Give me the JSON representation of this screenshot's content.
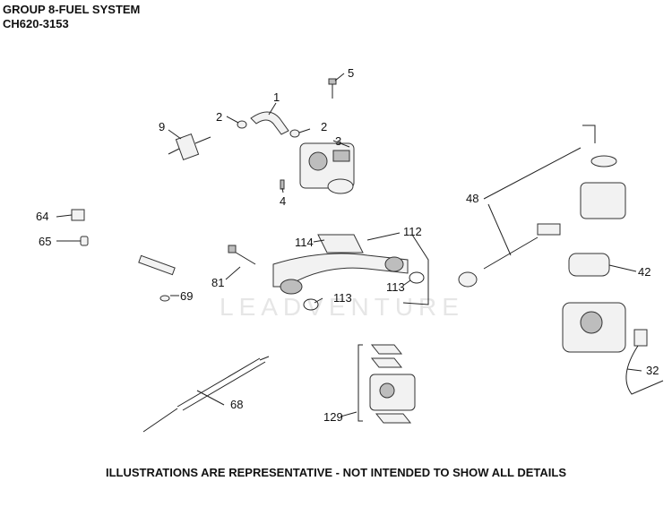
{
  "header": {
    "line1": "GROUP 8-FUEL SYSTEM",
    "line2": "CH620-3153"
  },
  "watermark": "LEADVENTURE",
  "footer": "ILLUSTRATIONS ARE REPRESENTATIVE - NOT INTENDED TO SHOW ALL DETAILS",
  "callouts": {
    "c1": "1",
    "c2a": "2",
    "c2b": "2",
    "c3": "3",
    "c4": "4",
    "c5": "5",
    "c9": "9",
    "c32": "32",
    "c42": "42",
    "c48": "48",
    "c64": "64",
    "c65": "65",
    "c68": "68",
    "c69": "69",
    "c81": "81",
    "c112": "112",
    "c113a": "113",
    "c113b": "113",
    "c114": "114",
    "c129": "129"
  }
}
